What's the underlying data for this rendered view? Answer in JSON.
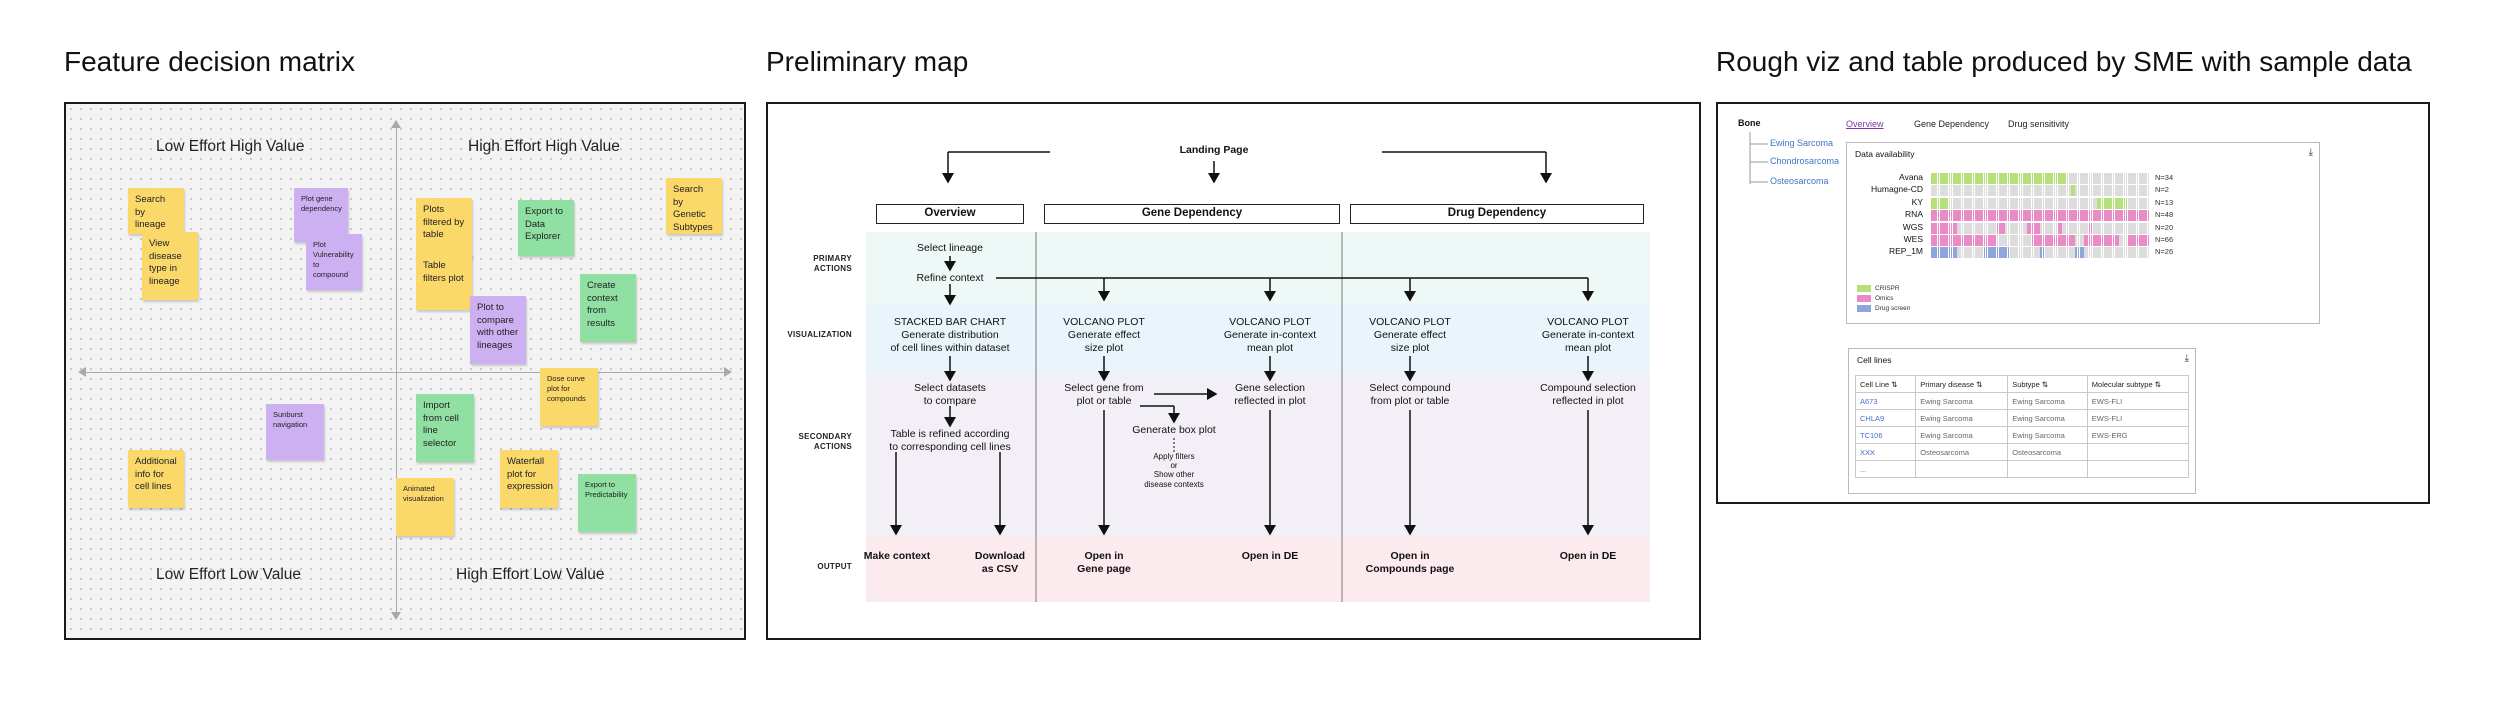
{
  "sections": {
    "matrix_title": "Feature decision matrix",
    "flow_title": "Preliminary map",
    "viz_title": "Rough viz and table produced by SME with sample data"
  },
  "matrix": {
    "quadrants": {
      "top_left": "Low Effort High Value",
      "top_right": "High Effort High Value",
      "bottom_left": "Low Effort Low Value",
      "bottom_right": "High Effort Low Value"
    },
    "stickies": [
      {
        "text": "Search by lineage",
        "color": "yellow"
      },
      {
        "text": "View disease type in lineage",
        "color": "yellow"
      },
      {
        "text": "Plot gene dependency",
        "color": "purple"
      },
      {
        "text": "Plot Vulnerability to compound",
        "color": "purple"
      },
      {
        "text": "Plots filtered by table",
        "color": "yellow"
      },
      {
        "text": "Table filters plot",
        "color": "yellow"
      },
      {
        "text": "Export to Data Explorer",
        "color": "green"
      },
      {
        "text": "Search by Genetic Subtypes",
        "color": "yellow"
      },
      {
        "text": "Create context from results",
        "color": "green"
      },
      {
        "text": "Plot to compare with other lineages",
        "color": "purple"
      },
      {
        "text": "Dose curve plot for compounds",
        "color": "yellow"
      },
      {
        "text": "Sunburst navigation",
        "color": "purple"
      },
      {
        "text": "Import from cell line selector",
        "color": "green"
      },
      {
        "text": "Additional info for cell lines",
        "color": "yellow"
      },
      {
        "text": "Waterfall plot for expression",
        "color": "yellow"
      },
      {
        "text": "Animated visualization",
        "color": "yellow"
      },
      {
        "text": "Export to Predictability",
        "color": "green"
      }
    ]
  },
  "flow": {
    "landing": "Landing Page",
    "columns": [
      "Overview",
      "Gene Dependency",
      "Drug Dependency"
    ],
    "row_labels": [
      "PRIMARY\nACTIONS",
      "VISUALIZATION",
      "SECONDARY\nACTIONS",
      "OUTPUT"
    ],
    "primary": [
      "Select lineage",
      "Refine context"
    ],
    "viz": [
      "STACKED BAR CHART\nGenerate distribution\nof cell lines within dataset",
      "VOLCANO PLOT\nGenerate effect\nsize plot",
      "VOLCANO PLOT\nGenerate in-context\nmean plot",
      "VOLCANO PLOT\nGenerate effect\nsize plot",
      "VOLCANO PLOT\nGenerate in-context\nmean plot"
    ],
    "secondary": [
      "Select datasets\nto compare",
      "Table is refined according\nto corresponding cell lines",
      "Select gene from\nplot or table",
      "Gene selection\nreflected in plot",
      "Generate box plot",
      "Apply filters\nor\nShow other\ndisease contexts",
      "Select compound\nfrom plot or table",
      "Compound selection\nreflected in plot"
    ],
    "output": [
      "Make context",
      "Download\nas CSV",
      "Open in\nGene page",
      "Open in DE",
      "Open in\nCompounds page",
      "Open in DE"
    ]
  },
  "viz": {
    "tree_root": "Bone",
    "tree_items": [
      "Ewing Sarcoma",
      "Chondrosarcoma",
      "Osteosarcoma"
    ],
    "tabs": [
      "Overview",
      "Gene Dependency",
      "Drug sensitivity"
    ],
    "availability_title": "Data availability",
    "tracks": [
      {
        "label": "Avana",
        "n": "N=34"
      },
      {
        "label": "Humagne-CD",
        "n": "N=2"
      },
      {
        "label": "KY",
        "n": "N=13"
      },
      {
        "label": "RNA",
        "n": "N=48"
      },
      {
        "label": "WGS",
        "n": "N=20"
      },
      {
        "label": "WES",
        "n": "N=66"
      },
      {
        "label": "REP_1M",
        "n": "N=26"
      }
    ],
    "legend": [
      "CRISPR",
      "Omics",
      "Drug screen"
    ],
    "colors": {
      "crispr": "#b5e07a",
      "omics": "#e98bc6",
      "drug": "#8fa6dc",
      "empty": "#dcdcdc"
    },
    "cell_lines_title": "Cell lines",
    "table_headers": [
      "Cell Line",
      "Primary disease",
      "Subtype",
      "Molecular subtype"
    ],
    "table_rows": [
      [
        "A673",
        "Ewing Sarcoma",
        "Ewing Sarcoma",
        "EWS-FLI"
      ],
      [
        "CHLA9",
        "Ewing Sarcoma",
        "Ewing Sarcoma",
        "EWS-FLI"
      ],
      [
        "TC106",
        "Ewing Sarcoma",
        "Ewing Sarcoma",
        "EWS-ERG"
      ],
      [
        "XXX",
        "Osteosarcoma",
        "Osteosarcoma",
        ""
      ],
      [
        "...",
        "",
        "",
        ""
      ]
    ]
  }
}
